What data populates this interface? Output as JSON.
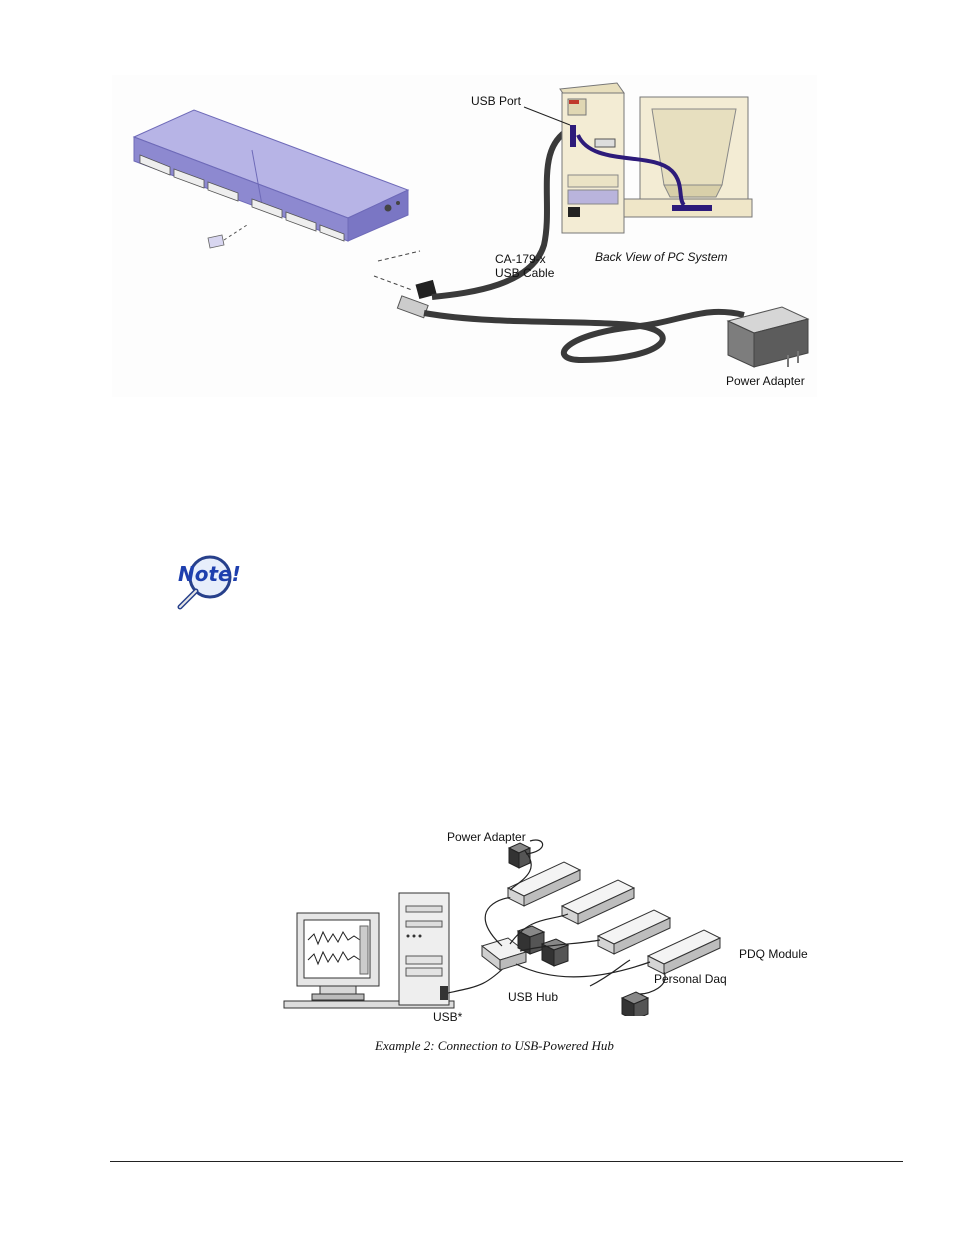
{
  "figure1": {
    "usb_port_label": "USB Port",
    "cable_label_line1": "CA-179-x",
    "cable_label_line2": "USB Cable",
    "pc_label": "Back View of PC System",
    "power_adapter_label": "Power Adapter"
  },
  "note_icon": {
    "text": "Note!"
  },
  "figure2": {
    "power_adapter_label": "Power Adapter",
    "pdq_module_label": "PDQ Module",
    "personal_daq_label": "Personal Daq",
    "usb_hub_label": "USB Hub",
    "usb_label": "USB*",
    "caption": "Example 2:  Connection to USB-Powered Hub"
  },
  "colors": {
    "module": "#9a97d6",
    "module_dark": "#6e6ab8",
    "cable": "#3a3a3a",
    "pc_beige": "#f3ecd4",
    "pc_purple": "#2d1b7a"
  }
}
